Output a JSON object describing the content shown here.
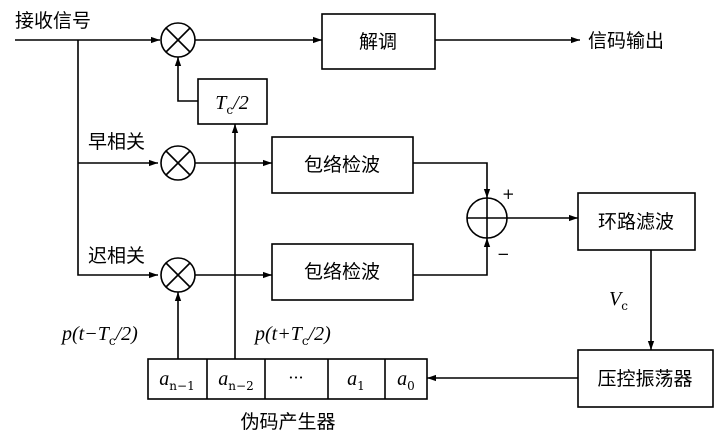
{
  "labels": {
    "receive_signal": "接收信号",
    "demod": "解调",
    "code_output": "信码输出",
    "delay_half": "T",
    "delay_half_sub": "c",
    "delay_half_tail": "/2",
    "early_corr": "早相关",
    "late_corr": "迟相关",
    "envelope_1": "包络检波",
    "envelope_2": "包络检波",
    "plus": "+",
    "minus": "−",
    "loop_filter": "环路滤波",
    "vc": "V",
    "vc_sub": "c",
    "vco": "压控振荡器",
    "p_early": "p(t−T",
    "p_early_sub": "c",
    "p_early_tail": "/2)",
    "p_late": "p(t+T",
    "p_late_sub": "c",
    "p_late_tail": "/2)",
    "pn_generator": "伪码产生器"
  },
  "register_cells": [
    {
      "main": "a",
      "sub": "n−1"
    },
    {
      "main": "a",
      "sub": "n−2"
    },
    {
      "main": "···",
      "sub": ""
    },
    {
      "main": "a",
      "sub": "1"
    },
    {
      "main": "a",
      "sub": "0"
    }
  ]
}
